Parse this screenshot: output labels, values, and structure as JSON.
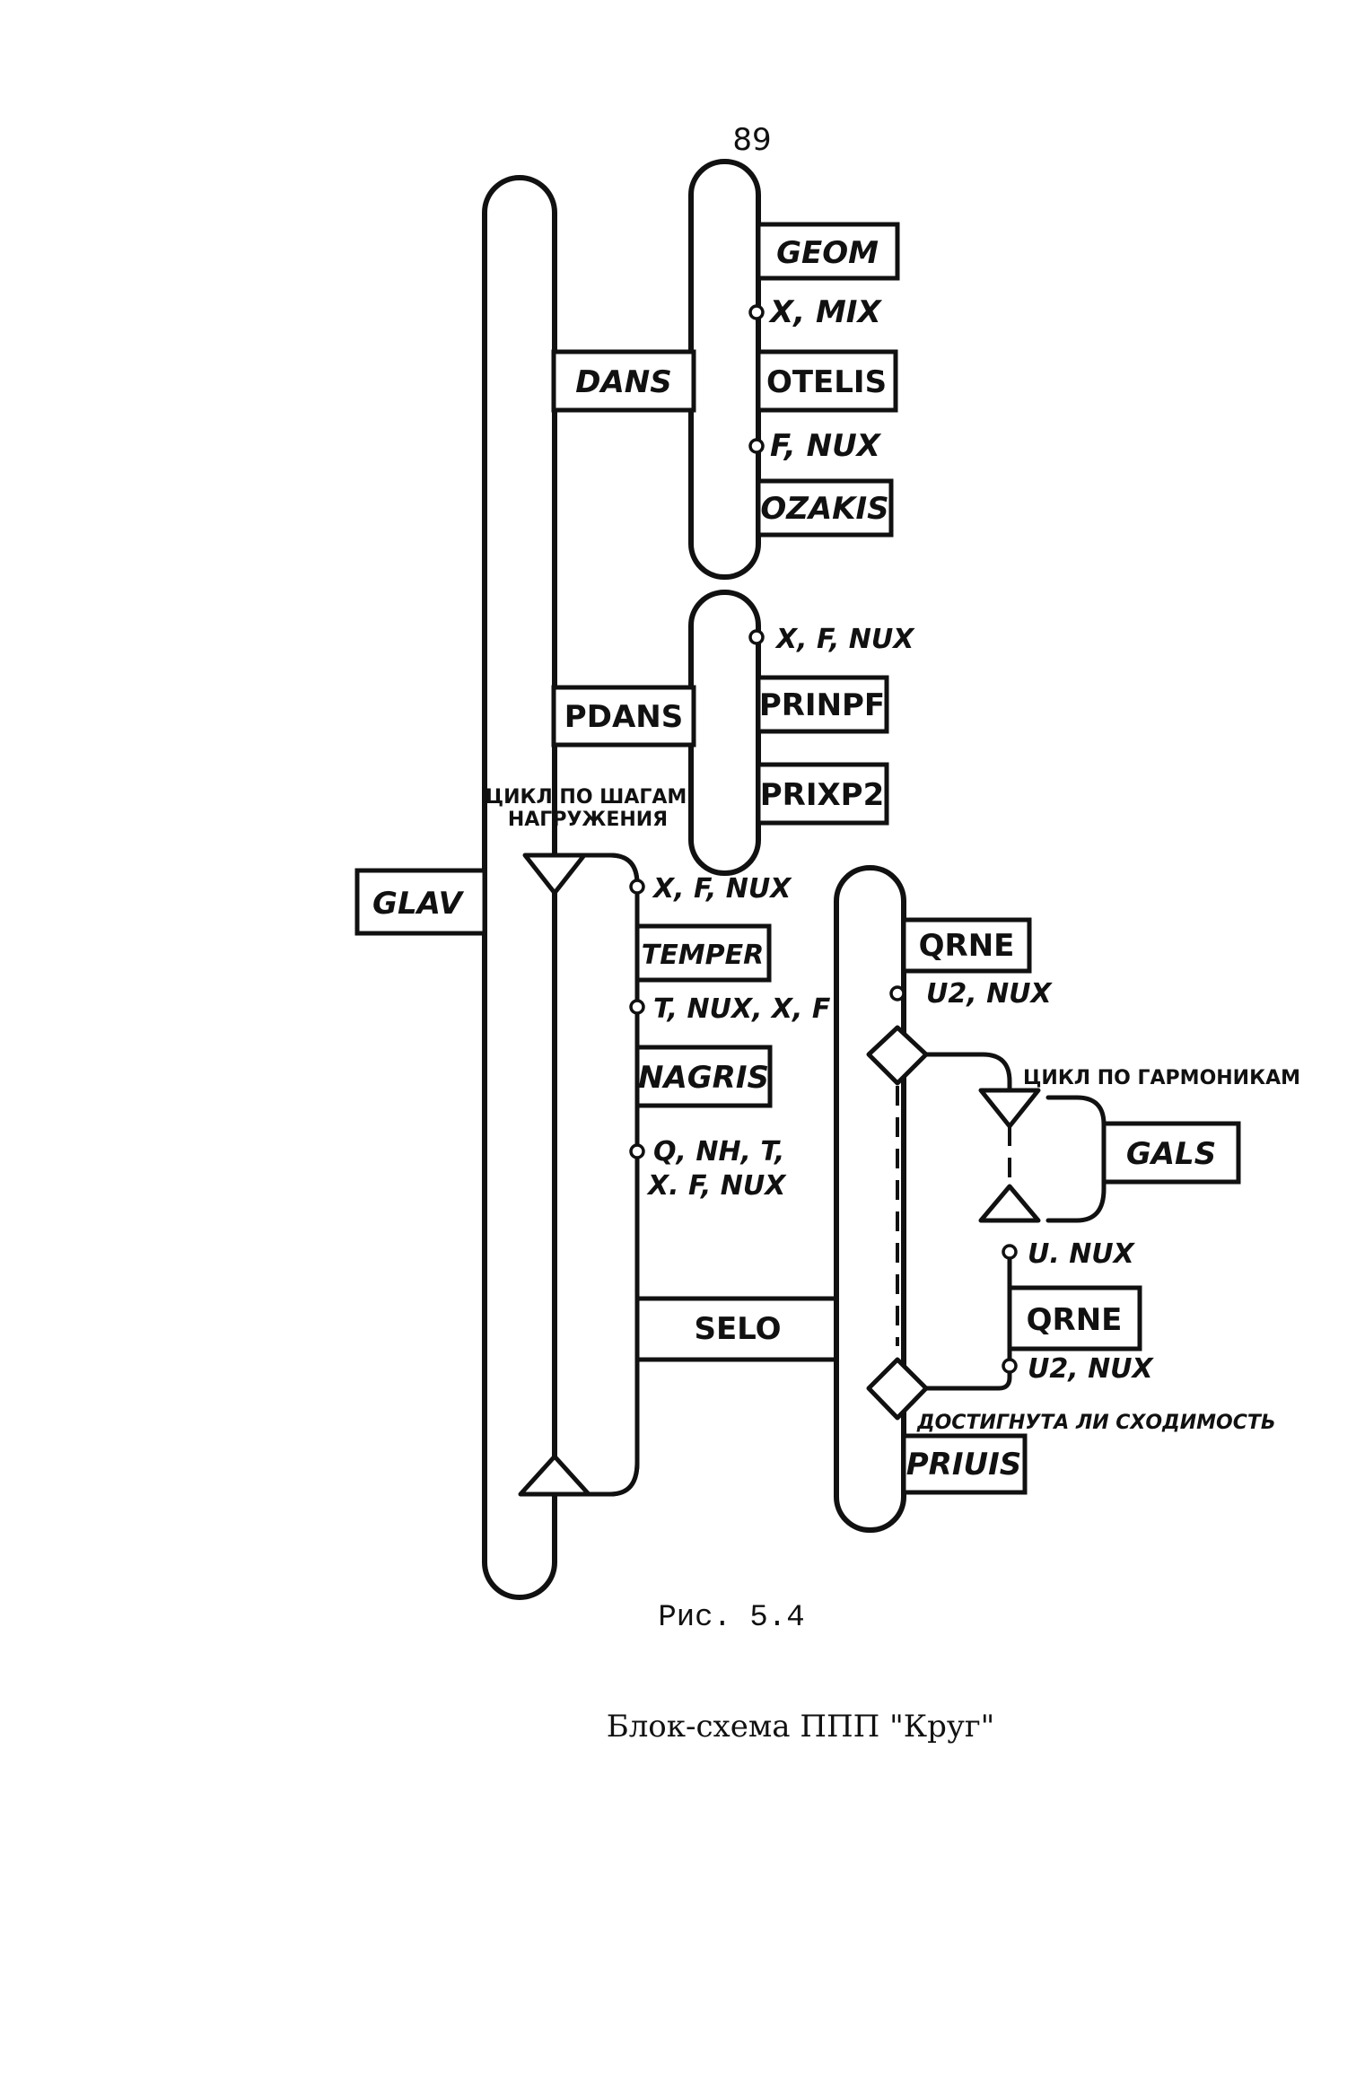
{
  "page_number": "89",
  "blocks": {
    "glav": "GLAV",
    "dans": "DANS",
    "pdans": "PDANS",
    "selo": "SELO",
    "geom": "GEOM",
    "otelis": "OTELIS",
    "ozakis": "OZAKIS",
    "prinpf": "PRINPF",
    "prixp2": "PRIXP2",
    "temper": "TEMPER",
    "nagris": "NAGRIS",
    "qrne_top": "QRNE",
    "gals": "GALS",
    "qrne_bottom": "QRNE",
    "priuis": "PRIUIS"
  },
  "params": {
    "x_mix": "X, MIX",
    "f_nux": "F, NUX",
    "x_f_nux_pdans": "X, F, NUX",
    "x_f_nux_glav": "X, F, NUX",
    "t_nux_x_f": "T, NUX, X, F",
    "q_nh_t_line1": "Q, NH, T,",
    "q_nh_t_line2": "X. F, NUX",
    "u2_nux_top": "U2, NUX",
    "u_nux": "U. NUX",
    "u2_nux_bottom": "U2, NUX"
  },
  "notes": {
    "load_loop_line1": "ЦИКЛ ПО ШАГАМ",
    "load_loop_line2": "НАГРУЖЕНИЯ",
    "harmonic_loop": "ЦИКЛ ПО ГАРМОНИКАМ",
    "convergence": "ДОСТИГНУТА ЛИ СХОДИМОСТЬ"
  },
  "caption": {
    "figure": "Рис. 5.4",
    "title": "Блок-схема ППП \"Круг\""
  }
}
